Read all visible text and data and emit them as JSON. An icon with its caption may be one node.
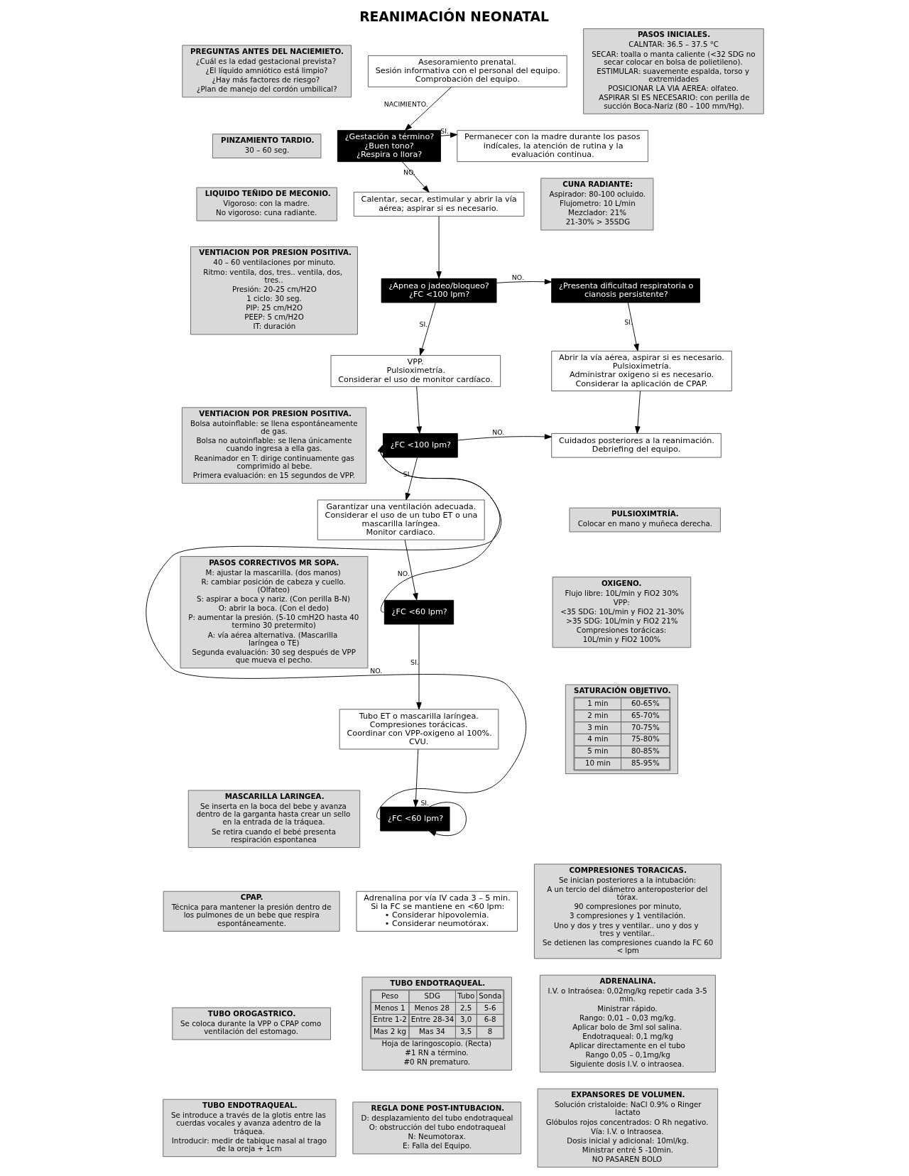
{
  "diagram": {
    "title": "REANIMACIÓN NEONATAL",
    "nodes": [
      {
        "text": [
          "Asesoramiento prenatal.",
          "Sesión informativa con el personal del equipo.",
          "Comprobación del equipo."
        ]
      },
      {
        "text": [
          "¿Gestación a término?",
          "¿Buen tono?",
          "¿Respira o llora?"
        ]
      },
      {
        "text": [
          "Permanecer con la madre durante los pasos indícales, la atención de rutina y la evaluación continua."
        ]
      },
      {
        "text": [
          "Calentar, secar, estimular y abrir la vía aérea; aspirar si es necesario."
        ]
      },
      {
        "text": [
          "¿Apnea o jadeo/bloqueo?",
          "¿FC <100 lpm?"
        ]
      },
      {
        "text": [
          "¿Presenta dificultad respiratoria o cianosis persistente?"
        ]
      },
      {
        "text": [
          "VPP.",
          "Pulsioximetría.",
          "Considerar el uso de monitor cardíaco."
        ]
      },
      {
        "text": [
          "Abrir la vía aérea, aspirar si es necesario.",
          "Pulsioximetría.",
          "Administrar oxigeno si es necesario.",
          "Considerar la aplicación de CPAP."
        ]
      },
      {
        "text": [
          "¿FC <100 lpm?"
        ]
      },
      {
        "text": [
          "Cuidados posteriores a la reanimación.",
          "Debriefing del equipo."
        ]
      },
      {
        "text": [
          "Garantizar una ventilación adecuada.",
          "Considerar el uso de un tubo ET o una mascarilla laríngea.",
          "Monitor cardiaco."
        ]
      },
      {
        "text": [
          "¿FC <60 lpm?"
        ]
      },
      {
        "text": [
          "Tubo ET o mascarilla laríngea.",
          "Compresiones torácicas.",
          "Coordinar con VPP-oxigeno al 100%.",
          "CVU."
        ]
      },
      {
        "text": [
          "¿FC <60 lpm?"
        ]
      },
      {
        "text": [
          "Adrenalina por vía IV cada 3 – 5 min.",
          "Si la FC se mantiene en <60 lpm:",
          "• Considerar hipovolemia.",
          "• Considerar neumotórax."
        ]
      },
      {
        "text": [
          "PREGUNTAS ANTES DEL NACIEMIETO.",
          "¿Cuál es la edad gestacional prevista?",
          "¿El líquido amniótico está limpio?",
          "¿Hay más factores de riesgo?",
          "¿Plan de manejo del cordón umbilical?"
        ]
      },
      {
        "text": [
          "PINZAMIENTO TARDIO.",
          "30 – 60 seg."
        ]
      },
      {
        "text": [
          "LIQUIDO TEÑIDO DE MECONIO.",
          "Vigoroso: con la madre.",
          "No vigoroso: cuna radiante."
        ]
      },
      {
        "text": [
          "VENTIACION POR PRESION POSITIVA.",
          "40 – 60 ventilaciones por minuto.",
          "Ritmo: ventila, dos, tres.. ventila, dos, tres..",
          "Presión: 20-25 cm/H2O",
          "1 ciclo: 30 seg.",
          "PIP: 25 cm/H2O",
          "PEEP: 5 cm/H2O",
          "IT: duración"
        ]
      },
      {
        "text": [
          "VENTIACION POR PRESION POSITIVA.",
          "Bolsa autoinflable: se llena espontáneamente de gas.",
          "Bolsa no autoinflable: se llena únicamente cuando ingresa a ella gas.",
          "Reanimador en T: dirige continuamente gas comprimido al bebe.",
          "Primera evaluación: en 15 segundos de VPP."
        ]
      },
      {
        "text": [
          "PASOS CORRECTIVOS MR SOPA.",
          "M: ajustar la mascarilla. (dos manos)",
          "R: cambiar posición de cabeza y cuello. (Olfateo)",
          "S: aspirar a boca y nariz. (Con perilla B-N)",
          "O: abrir la boca. (Con el dedo)",
          "P: aumentar la presión. (5-10 cmH2O hasta 40 termino 30 pretermito)",
          "A: vía aérea alternativa. (Mascarilla laríngea o TE)",
          "Segunda evaluación: 30 seg después de VPP que mueva el pecho."
        ]
      },
      {
        "text": [
          "MASCARILLA LARINGEA.",
          "Se inserta en la boca del bebe y avanza dentro de la garganta hasta crear un sello en la entrada de la tráquea.",
          "Se retira cuando el bebé presenta respiración espontanea"
        ]
      },
      {
        "text": [
          "CPAP.",
          "Técnica para mantener la presión dentro de los pulmones de un bebe que respira espontáneamente."
        ]
      },
      {
        "text": [
          "TUBO OROGASTRICO.",
          "Se coloca durante la VPP o CPAP como ventilación del estomago."
        ]
      },
      {
        "text": [
          "TUBO ENDOTRAQUEAL.",
          "Se introduce a través de la glotis entre las cuerdas vocales y avanza adentro de la tráquea.",
          "Introducir: medir de tabique nasal al trago de la oreja + 1cm"
        ]
      },
      {
        "text": [
          "PASOS INICIALES.",
          "CALNTAR: 36.5 – 37.5 °C",
          "SECAR: toalla o manta caliente (<32 SDG no secar colocar en bolsa de polietileno).",
          "ESTIMULAR: suavemente espalda, torso y extremidades",
          "POSICIONAR LA VIA AEREA: olfateo.",
          "ASPIRAR SI ES NECESARIO: con perilla de succión Boca-Nariz (80 – 100 mm/Hg)."
        ]
      },
      {
        "text": [
          "CUNA RADIANTE:",
          "Aspirador: 80-100 ocluido.",
          "Flujometro: 10 L/min",
          "Mezclador: 21%",
          "21-30% > 35SDG"
        ]
      },
      {
        "text": [
          "PULSIOXIMTRÍA.",
          "Colocar en mano y muñeca derecha."
        ]
      },
      {
        "text": [
          "OXIGENO.",
          "Flujo libre: 10L/min y FiO2 30%",
          "VPP:",
          "<35 SDG: 10L/min y FiO2 21-30%",
          ">35 SDG: 10L/min y FiO2 21%",
          "Compresiones torácicas:",
          "10L/min y FiO2 100%"
        ]
      },
      {
        "text": [
          "SATURACIÓN OBJETIVO.",
          "1 min",
          "60-65%",
          "2 min",
          "65-70%",
          "3 min",
          "70-75%",
          "4 min",
          "75-80%",
          "5 min",
          "80-85%",
          "10 min",
          "85-95%"
        ]
      },
      {
        "text": [
          "COMPRESIONES TORACICAS.",
          "Se inician posteriores a la intubación:",
          "A un tercio del diámetro anteroposterior del tórax.",
          "90 compresiones por minuto,",
          "3 compresiones y 1 ventilación.",
          "Uno y dos y tres y ventilar.. uno y dos y tres y ventilar..",
          "Se detienen las compresiones cuando la FC 60 < lpm"
        ]
      },
      {
        "text": [
          "TUBO ENDOTRAQUEAL.",
          "Peso",
          "SDG",
          "Tubo",
          "Sonda",
          "Menos 1",
          "Menos 28",
          "2,5",
          "5-6",
          "Entre 1-2",
          "Entre 28-34",
          "3,0",
          "6-8",
          "Mas 2 kg",
          "Mas 34",
          "3,5",
          "8",
          "Hoja de laringoscopio. (Recta)",
          "#1 RN a término.",
          "#0 RN prematuro."
        ]
      },
      {
        "text": [
          "REGLA DONE POST-INTUBACION.",
          "D: desplazamiento del tubo endotraqueal",
          "O: obstrucción del tubo endotraqueal",
          "N: Neumotorax.",
          "E: Falla del Equipo."
        ]
      },
      {
        "text": [
          "ADRENALINA.",
          "I.V. o Intraósea: 0,02mg/kg repetir cada 3-5 min.",
          "Ministrar rápido.",
          "Rango: 0,01 – 0,03 mg/kg.",
          "Aplicar bolo de 3ml sol salina.",
          "Endotraqueal: 0,1 mg/kg",
          "Aplicar directamente en el tubo",
          "Rango 0,05 – 0,1mg/kg",
          "Siguiente dosis I.V. o intraosea."
        ]
      },
      {
        "text": [
          "EXPANSORES DE VOLUMEN.",
          "Solución cristaloide: NaCl 0.9% o Ringer lactato",
          "Glóbulos rojos concentrados: O Rh negativo.",
          "Vía: I.V. o Intraosea.",
          "Dosis inicial y adicional: 10ml/kg.",
          "Ministrar entré 5 -10min.",
          "NO PASAREN BOLO"
        ]
      }
    ],
    "edges": [
      {
        "from": 0,
        "to": 1,
        "arrow": "to",
        "label": "NACIMIENTO."
      },
      {
        "from": 1,
        "to": 2,
        "arrow": "to",
        "label": "SI."
      },
      {
        "from": 1,
        "to": 3,
        "arrow": "to",
        "label": "NO."
      },
      {
        "from": 3,
        "to": 4,
        "arrow": "to"
      },
      {
        "from": 4,
        "to": 5,
        "arrow": "to",
        "label": "NO."
      },
      {
        "from": 4,
        "to": 6,
        "arrow": "to",
        "label": "SI."
      },
      {
        "from": 5,
        "to": 7,
        "arrow": "to",
        "label": "SI."
      },
      {
        "from": 7,
        "to": 9,
        "arrow": "to"
      },
      {
        "from": 6,
        "to": 8,
        "arrow": "to"
      },
      {
        "from": 8,
        "to": 9,
        "arrow": "to",
        "label": "NO."
      },
      {
        "from": 8,
        "to": 10,
        "arrow": "to",
        "label": "SI."
      },
      {
        "from": 10,
        "to": 11,
        "arrow": "to"
      },
      {
        "from": 11,
        "to": 8,
        "arrow": "to",
        "label": "NO."
      },
      {
        "from": 11,
        "to": 12,
        "arrow": "to",
        "label": "SI."
      },
      {
        "from": 12,
        "to": 13,
        "arrow": "to"
      },
      {
        "from": 13,
        "to": 8,
        "arrow": "to",
        "label": "NO."
      },
      {
        "from": 13,
        "to": 13,
        "arrow": "to",
        "label": "SI."
      }
    ]
  }
}
